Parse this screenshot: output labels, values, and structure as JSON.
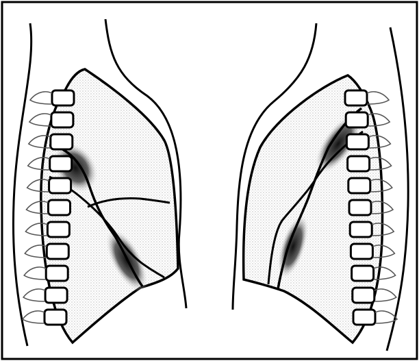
{
  "figure": {
    "views": [
      {
        "side": "right-lateral",
        "fissures": [
          "oblique-fissure",
          "horizontal-fissure"
        ]
      },
      {
        "side": "left-lateral",
        "fissures": [
          "oblique-fissure"
        ]
      }
    ],
    "colors": {
      "line": "#000000",
      "background": "#ffffff",
      "lung_shading": "#e6e6e6",
      "bone_outline": "#555555"
    }
  }
}
